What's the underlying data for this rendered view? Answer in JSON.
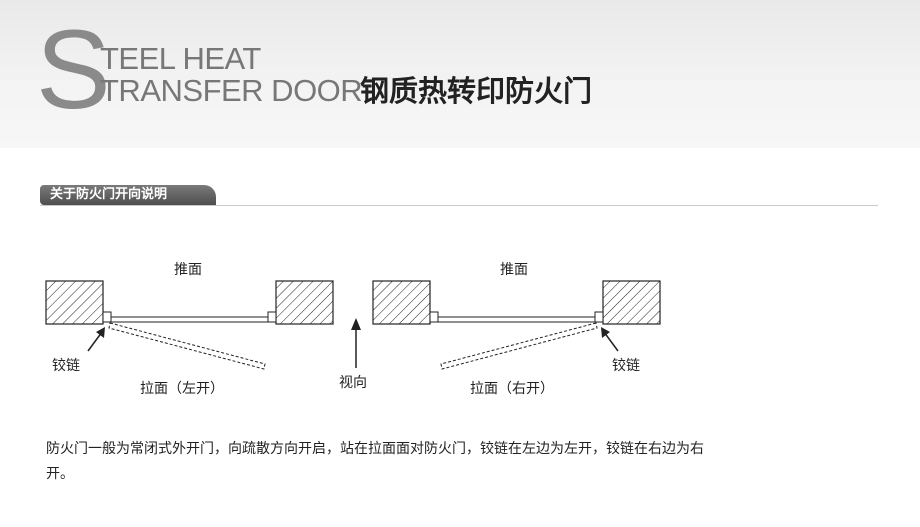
{
  "header": {
    "big_letter": "S",
    "title_line1": "TEEL HEAT",
    "title_line2": "TRANSFER DOOR",
    "title_cn": "钢质热转印防火门"
  },
  "section": {
    "tab_label": "关于防火门开向说明"
  },
  "diagram": {
    "left": {
      "push_label": "推面",
      "hinge_label": "铰链",
      "pull_label": "拉面（左开）"
    },
    "view_label": "视向",
    "right": {
      "push_label": "推面",
      "hinge_label": "铰链",
      "pull_label": "拉面（右开）"
    }
  },
  "description": "防火门一般为常闭式外开门，向疏散方向开启，站在拉面面对防火门，铰链在左边为左开，铰链在右边为右开。"
}
